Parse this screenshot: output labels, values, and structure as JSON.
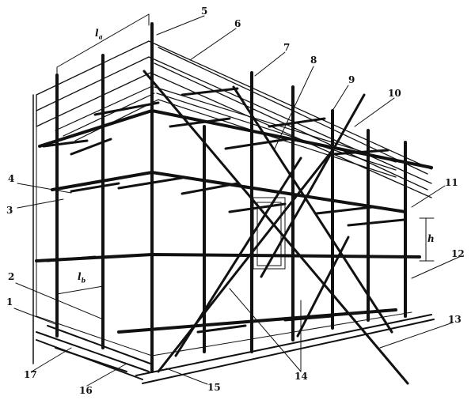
{
  "callouts": {
    "c1": "1",
    "c2": "2",
    "c3": "3",
    "c4": "4",
    "c5": "5",
    "c6": "6",
    "c7": "7",
    "c8": "8",
    "c9": "9",
    "c10": "10",
    "c11": "11",
    "c12": "12",
    "c13": "13",
    "c14": "14",
    "c15": "15",
    "c16": "16",
    "c17": "17"
  },
  "dimensions": {
    "la_main": "l",
    "la_sub": "a",
    "lb_main": "l",
    "lb_sub": "b",
    "h": "h"
  },
  "colors": {
    "ink": "#111111",
    "background": "#ffffff"
  }
}
